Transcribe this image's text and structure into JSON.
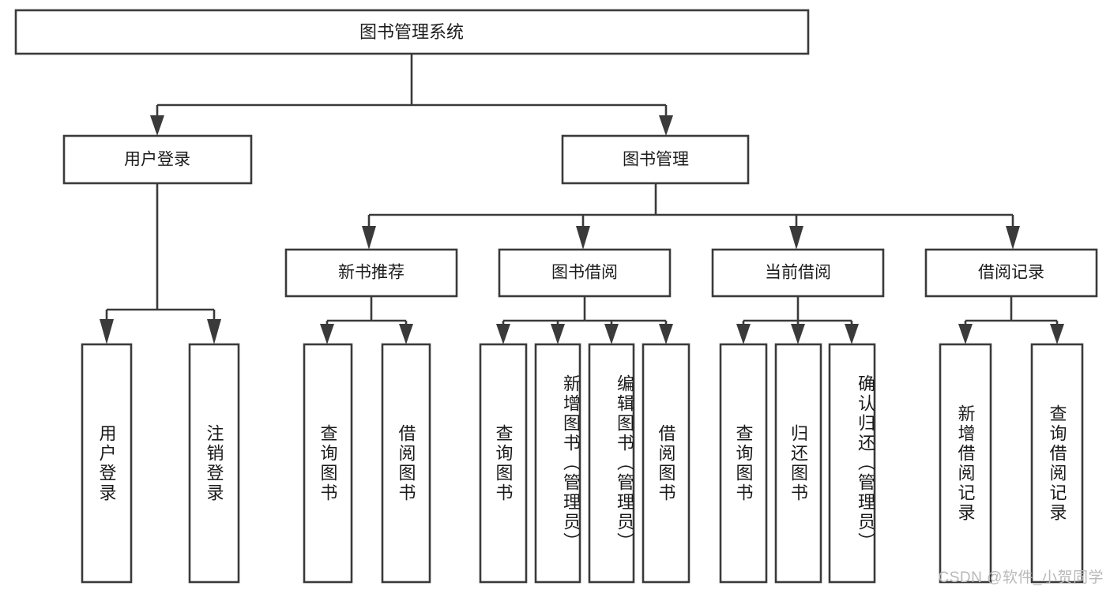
{
  "diagram": {
    "type": "tree-hierarchy-flowchart",
    "title": "图书管理系统",
    "orientation": "top-down",
    "style": {
      "box_fill": "#ffffff",
      "box_stroke": "#3a3a3a",
      "text_color": "#1b1b1b",
      "connector_color": "#3a3a3a",
      "background": "#ffffff",
      "watermark_color": "#b9b9b9"
    },
    "root": {
      "id": "root",
      "label": "图书管理系统"
    },
    "level2": [
      {
        "id": "user-login",
        "label": "用户登录"
      },
      {
        "id": "book-management",
        "label": "图书管理"
      }
    ],
    "level3": [
      {
        "id": "new-book-recommend",
        "label": "新书推荐",
        "parent": "book-management"
      },
      {
        "id": "book-borrow",
        "label": "图书借阅",
        "parent": "book-management"
      },
      {
        "id": "current-borrow",
        "label": "当前借阅",
        "parent": "book-management"
      },
      {
        "id": "borrow-record",
        "label": "借阅记录",
        "parent": "book-management"
      }
    ],
    "leaves": [
      {
        "id": "leaf-user-login",
        "label": "用户登录",
        "parent": "user-login"
      },
      {
        "id": "leaf-logout-login",
        "label": "注销登录",
        "parent": "user-login"
      },
      {
        "id": "leaf-query-book-1",
        "label": "查询图书",
        "parent": "new-book-recommend"
      },
      {
        "id": "leaf-borrow-book-1",
        "label": "借阅图书",
        "parent": "new-book-recommend"
      },
      {
        "id": "leaf-query-book-2",
        "label": "查询图书",
        "parent": "book-borrow"
      },
      {
        "id": "leaf-add-book",
        "label": "新增图书（管理员）",
        "parent": "book-borrow"
      },
      {
        "id": "leaf-edit-book",
        "label": "编辑图书（管理员）",
        "parent": "book-borrow"
      },
      {
        "id": "leaf-borrow-book-2",
        "label": "借阅图书",
        "parent": "book-borrow"
      },
      {
        "id": "leaf-query-book-3",
        "label": "查询图书",
        "parent": "current-borrow"
      },
      {
        "id": "leaf-return-book",
        "label": "归还图书",
        "parent": "current-borrow"
      },
      {
        "id": "leaf-confirm-return",
        "label": "确认归还（管理员）",
        "parent": "current-borrow"
      },
      {
        "id": "leaf-add-record",
        "label": "新增借阅记录",
        "parent": "borrow-record"
      },
      {
        "id": "leaf-query-record",
        "label": "查询借阅记录",
        "parent": "borrow-record"
      }
    ],
    "watermark": "CSDN @软件_小贺同学"
  }
}
